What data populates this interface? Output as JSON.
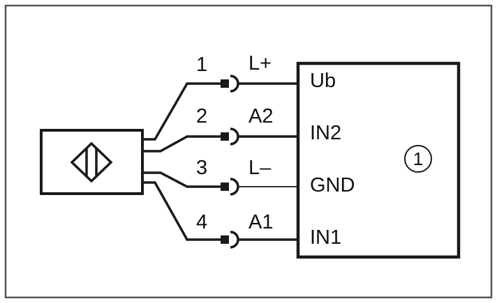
{
  "pins": [
    {
      "number": "1",
      "signal": "L+",
      "terminal": "Ub"
    },
    {
      "number": "2",
      "signal": "A2",
      "terminal": "IN2"
    },
    {
      "number": "3",
      "signal": "L–",
      "terminal": "GND"
    },
    {
      "number": "4",
      "signal": "A1",
      "terminal": "IN1"
    }
  ],
  "controller": {
    "badge": "1"
  },
  "sensor": {
    "symbol": "inductive-sensor-icon"
  },
  "colors": {
    "line": "#1a1a1a",
    "frame": "#555555",
    "background": "#ffffff"
  }
}
